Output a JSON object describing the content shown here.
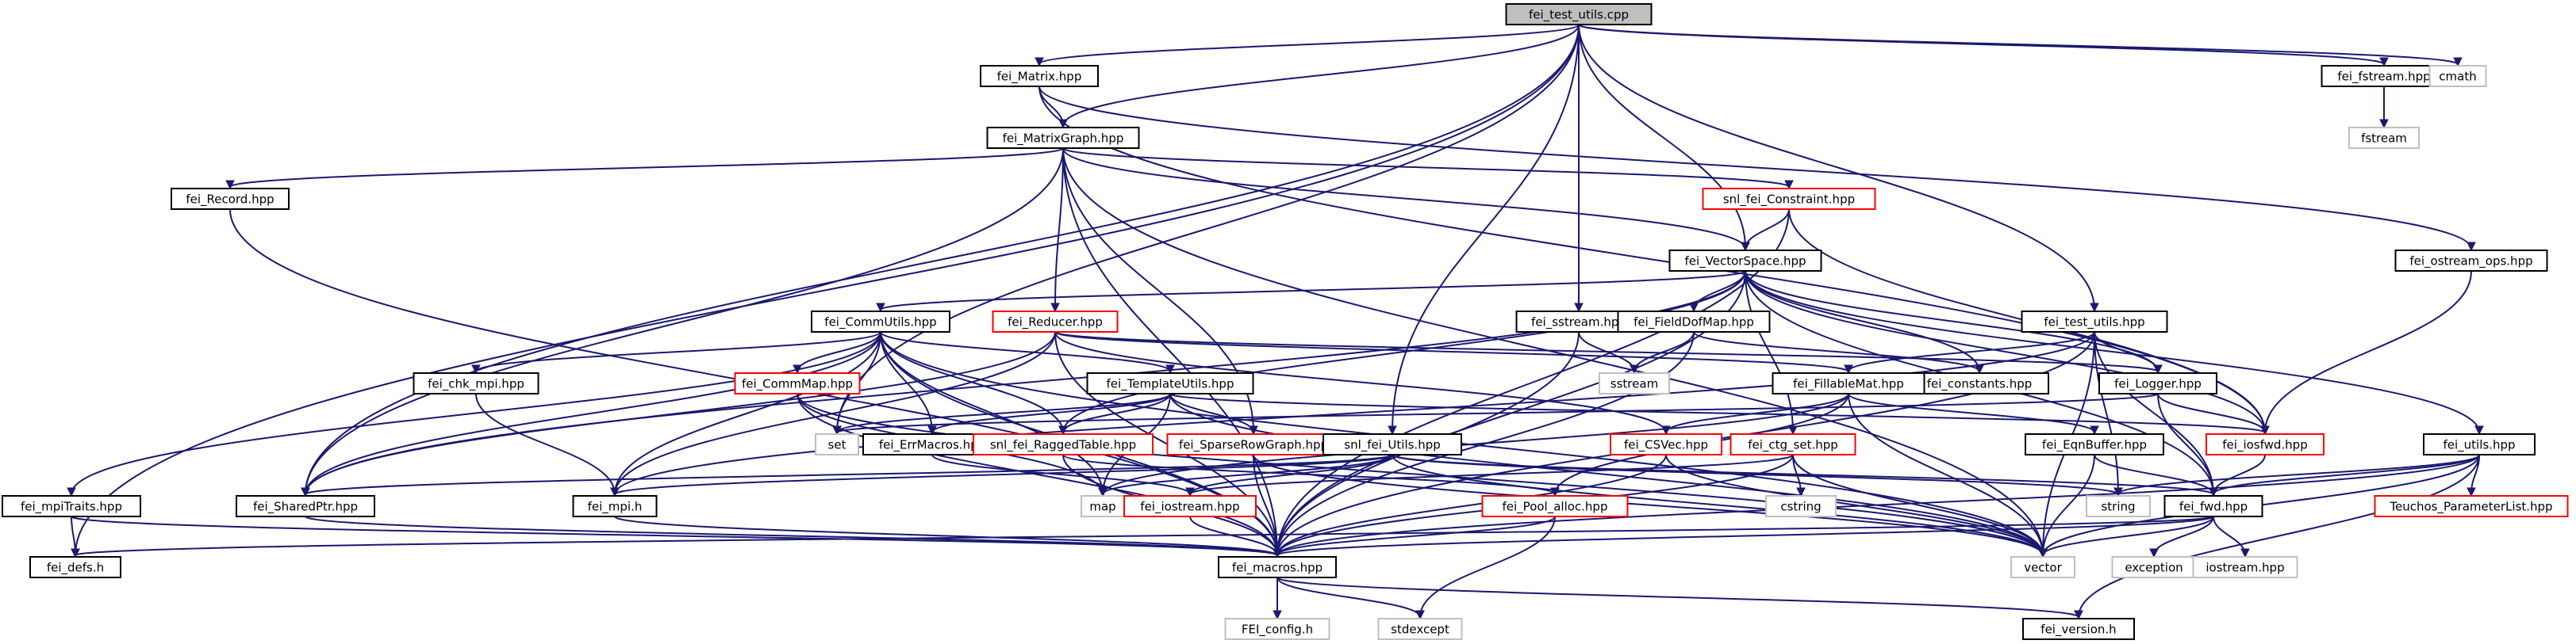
{
  "graph": {
    "colors": {
      "edge": "#191970",
      "root_fill": "#bfbfbf",
      "normal_border": "#000000",
      "undocumented_border": "#ff0000",
      "external_text": "#000000",
      "external_border": "#bfbfbf"
    },
    "nodes": [
      {
        "id": "fei_test_utils_cpp",
        "label": "fei_test_utils.cpp",
        "kind": "root"
      },
      {
        "id": "fei_Matrix_hpp",
        "label": "fei_Matrix.hpp",
        "kind": "normal"
      },
      {
        "id": "fei_fstream_hpp",
        "label": "fei_fstream.hpp",
        "kind": "normal"
      },
      {
        "id": "cmath",
        "label": "cmath",
        "kind": "external"
      },
      {
        "id": "fstream",
        "label": "fstream",
        "kind": "external"
      },
      {
        "id": "fei_MatrixGraph_hpp",
        "label": "fei_MatrixGraph.hpp",
        "kind": "normal"
      },
      {
        "id": "fei_Record_hpp",
        "label": "fei_Record.hpp",
        "kind": "normal"
      },
      {
        "id": "snl_fei_Constraint_hpp",
        "label": "snl_fei_Constraint.hpp",
        "kind": "red"
      },
      {
        "id": "fei_ostream_ops_hpp",
        "label": "fei_ostream_ops.hpp",
        "kind": "normal"
      },
      {
        "id": "fei_VectorSpace_hpp",
        "label": "fei_VectorSpace.hpp",
        "kind": "normal"
      },
      {
        "id": "fei_CommUtils_hpp",
        "label": "fei_CommUtils.hpp",
        "kind": "normal"
      },
      {
        "id": "fei_Reducer_hpp",
        "label": "fei_Reducer.hpp",
        "kind": "red"
      },
      {
        "id": "fei_sstream_hpp",
        "label": "fei_sstream.hpp",
        "kind": "normal"
      },
      {
        "id": "fei_FieldDofMap_hpp",
        "label": "fei_FieldDofMap.hpp",
        "kind": "normal"
      },
      {
        "id": "fei_test_utils_hpp",
        "label": "fei_test_utils.hpp",
        "kind": "normal"
      },
      {
        "id": "fei_constants_hpp",
        "label": "fei_constants.hpp",
        "kind": "normal"
      },
      {
        "id": "fei_chk_mpi_hpp",
        "label": "fei_chk_mpi.hpp",
        "kind": "normal"
      },
      {
        "id": "fei_CommMap_hpp",
        "label": "fei_CommMap.hpp",
        "kind": "red"
      },
      {
        "id": "fei_TemplateUtils_hpp",
        "label": "fei_TemplateUtils.hpp",
        "kind": "normal"
      },
      {
        "id": "sstream",
        "label": "sstream",
        "kind": "external"
      },
      {
        "id": "fei_FillableMat_hpp",
        "label": "fei_FillableMat.hpp",
        "kind": "normal"
      },
      {
        "id": "fei_Logger_hpp",
        "label": "fei_Logger.hpp",
        "kind": "normal"
      },
      {
        "id": "set",
        "label": "set",
        "kind": "external"
      },
      {
        "id": "fei_ErrMacros_hpp",
        "label": "fei_ErrMacros.hpp",
        "kind": "normal"
      },
      {
        "id": "snl_fei_RaggedTable_hpp",
        "label": "snl_fei_RaggedTable.hpp",
        "kind": "red"
      },
      {
        "id": "fei_SparseRowGraph_hpp",
        "label": "fei_SparseRowGraph.hpp",
        "kind": "red"
      },
      {
        "id": "snl_fei_Utils_hpp",
        "label": "snl_fei_Utils.hpp",
        "kind": "normal"
      },
      {
        "id": "fei_CSVec_hpp",
        "label": "fei_CSVec.hpp",
        "kind": "red"
      },
      {
        "id": "fei_ctg_set_hpp",
        "label": "fei_ctg_set.hpp",
        "kind": "red"
      },
      {
        "id": "fei_EqnBuffer_hpp",
        "label": "fei_EqnBuffer.hpp",
        "kind": "normal"
      },
      {
        "id": "fei_iosfwd_hpp",
        "label": "fei_iosfwd.hpp",
        "kind": "red"
      },
      {
        "id": "fei_utils_hpp",
        "label": "fei_utils.hpp",
        "kind": "normal"
      },
      {
        "id": "fei_mpiTraits_hpp",
        "label": "fei_mpiTraits.hpp",
        "kind": "normal"
      },
      {
        "id": "fei_SharedPtr_hpp",
        "label": "fei_SharedPtr.hpp",
        "kind": "normal"
      },
      {
        "id": "fei_mpi_h",
        "label": "fei_mpi.h",
        "kind": "normal"
      },
      {
        "id": "map",
        "label": "map",
        "kind": "external"
      },
      {
        "id": "fei_iostream_hpp",
        "label": "fei_iostream.hpp",
        "kind": "red"
      },
      {
        "id": "fei_Pool_alloc_hpp",
        "label": "fei_Pool_alloc.hpp",
        "kind": "red"
      },
      {
        "id": "cstring",
        "label": "cstring",
        "kind": "external"
      },
      {
        "id": "string",
        "label": "string",
        "kind": "external"
      },
      {
        "id": "fei_fwd_hpp",
        "label": "fei_fwd.hpp",
        "kind": "normal"
      },
      {
        "id": "Teuchos_ParameterList_hpp",
        "label": "Teuchos_ParameterList.hpp",
        "kind": "red"
      },
      {
        "id": "fei_defs_h",
        "label": "fei_defs.h",
        "kind": "normal"
      },
      {
        "id": "fei_macros_hpp",
        "label": "fei_macros.hpp",
        "kind": "normal"
      },
      {
        "id": "vector",
        "label": "vector",
        "kind": "external"
      },
      {
        "id": "exception",
        "label": "exception",
        "kind": "external"
      },
      {
        "id": "iostream_hpp",
        "label": "iostream.hpp",
        "kind": "external"
      },
      {
        "id": "FEI_config_h",
        "label": "FEI_config.h",
        "kind": "external"
      },
      {
        "id": "stdexcept",
        "label": "stdexcept",
        "kind": "external"
      },
      {
        "id": "fei_version_h",
        "label": "fei_version.h",
        "kind": "normal"
      }
    ],
    "edges": [
      [
        "fei_test_utils_cpp",
        "fei_Matrix_hpp"
      ],
      [
        "fei_test_utils_cpp",
        "fei_MatrixGraph_hpp"
      ],
      [
        "fei_test_utils_cpp",
        "fei_fstream_hpp"
      ],
      [
        "fei_test_utils_cpp",
        "cmath"
      ],
      [
        "fei_test_utils_cpp",
        "fei_VectorSpace_hpp"
      ],
      [
        "fei_test_utils_cpp",
        "fei_sstream_hpp"
      ],
      [
        "fei_test_utils_cpp",
        "fei_test_utils_hpp"
      ],
      [
        "fei_test_utils_cpp",
        "snl_fei_Utils_hpp"
      ],
      [
        "fei_test_utils_cpp",
        "set"
      ],
      [
        "fei_test_utils_cpp",
        "fei_defs_h"
      ],
      [
        "fei_test_utils_cpp",
        "fei_SharedPtr_hpp"
      ],
      [
        "fei_fstream_hpp",
        "fstream"
      ],
      [
        "fei_Matrix_hpp",
        "fei_MatrixGraph_hpp"
      ],
      [
        "fei_Matrix_hpp",
        "fei_ostream_ops_hpp"
      ],
      [
        "fei_Matrix_hpp",
        "fei_iosfwd_hpp"
      ],
      [
        "fei_MatrixGraph_hpp",
        "fei_Record_hpp"
      ],
      [
        "fei_MatrixGraph_hpp",
        "snl_fei_Constraint_hpp"
      ],
      [
        "fei_MatrixGraph_hpp",
        "fei_VectorSpace_hpp"
      ],
      [
        "fei_MatrixGraph_hpp",
        "fei_Reducer_hpp"
      ],
      [
        "fei_MatrixGraph_hpp",
        "fei_SparseRowGraph_hpp"
      ],
      [
        "fei_MatrixGraph_hpp",
        "fei_SharedPtr_hpp"
      ],
      [
        "fei_MatrixGraph_hpp",
        "fei_macros_hpp"
      ],
      [
        "fei_MatrixGraph_hpp",
        "vector"
      ],
      [
        "fei_Record_hpp",
        "fei_macros_hpp"
      ],
      [
        "snl_fei_Constraint_hpp",
        "fei_VectorSpace_hpp"
      ],
      [
        "snl_fei_Constraint_hpp",
        "fei_macros_hpp"
      ],
      [
        "snl_fei_Constraint_hpp",
        "fei_iosfwd_hpp"
      ],
      [
        "fei_ostream_ops_hpp",
        "fei_iosfwd_hpp"
      ],
      [
        "fei_VectorSpace_hpp",
        "fei_CommUtils_hpp"
      ],
      [
        "fei_VectorSpace_hpp",
        "fei_FieldDofMap_hpp"
      ],
      [
        "fei_VectorSpace_hpp",
        "fei_constants_hpp"
      ],
      [
        "fei_VectorSpace_hpp",
        "fei_Logger_hpp"
      ],
      [
        "fei_VectorSpace_hpp",
        "snl_fei_RaggedTable_hpp"
      ],
      [
        "fei_VectorSpace_hpp",
        "fei_ctg_set_hpp"
      ],
      [
        "fei_VectorSpace_hpp",
        "fei_utils_hpp"
      ],
      [
        "fei_VectorSpace_hpp",
        "fei_fwd_hpp"
      ],
      [
        "fei_VectorSpace_hpp",
        "fei_macros_hpp"
      ],
      [
        "fei_VectorSpace_hpp",
        "fei_SharedPtr_hpp"
      ],
      [
        "fei_VectorSpace_hpp",
        "fei_iosfwd_hpp"
      ],
      [
        "fei_CommUtils_hpp",
        "fei_chk_mpi_hpp"
      ],
      [
        "fei_CommUtils_hpp",
        "fei_CommMap_hpp"
      ],
      [
        "fei_CommUtils_hpp",
        "fei_TemplateUtils_hpp"
      ],
      [
        "fei_CommUtils_hpp",
        "fei_mpiTraits_hpp"
      ],
      [
        "fei_CommUtils_hpp",
        "fei_mpi_h"
      ],
      [
        "fei_CommUtils_hpp",
        "fei_ErrMacros_hpp"
      ],
      [
        "fei_CommUtils_hpp",
        "snl_fei_RaggedTable_hpp"
      ],
      [
        "fei_CommUtils_hpp",
        "set"
      ],
      [
        "fei_CommUtils_hpp",
        "map"
      ],
      [
        "fei_CommUtils_hpp",
        "vector"
      ],
      [
        "fei_CommUtils_hpp",
        "fei_SharedPtr_hpp"
      ],
      [
        "fei_CommUtils_hpp",
        "fei_macros_hpp"
      ],
      [
        "fei_Reducer_hpp",
        "fei_mpi_h"
      ],
      [
        "fei_Reducer_hpp",
        "fei_FillableMat_hpp"
      ],
      [
        "fei_Reducer_hpp",
        "fei_CSVec_hpp"
      ],
      [
        "fei_Reducer_hpp",
        "fei_Logger_hpp"
      ],
      [
        "fei_Reducer_hpp",
        "fei_SharedPtr_hpp"
      ],
      [
        "fei_Reducer_hpp",
        "fei_macros_hpp"
      ],
      [
        "fei_sstream_hpp",
        "sstream"
      ],
      [
        "fei_sstream_hpp",
        "fei_macros_hpp"
      ],
      [
        "fei_FieldDofMap_hpp",
        "fei_constants_hpp"
      ],
      [
        "fei_FieldDofMap_hpp",
        "sstream"
      ],
      [
        "fei_FieldDofMap_hpp",
        "fei_macros_hpp"
      ],
      [
        "fei_test_utils_hpp",
        "fei_FillableMat_hpp"
      ],
      [
        "fei_test_utils_hpp",
        "fei_Logger_hpp"
      ],
      [
        "fei_test_utils_hpp",
        "fei_fwd_hpp"
      ],
      [
        "fei_test_utils_hpp",
        "string"
      ],
      [
        "fei_test_utils_hpp",
        "vector"
      ],
      [
        "fei_test_utils_hpp",
        "fei_macros_hpp"
      ],
      [
        "fei_test_utils_hpp",
        "fei_mpi_h"
      ],
      [
        "fei_chk_mpi_hpp",
        "fei_mpi_h"
      ],
      [
        "fei_CommMap_hpp",
        "fei_macros_hpp"
      ],
      [
        "fei_CommMap_hpp",
        "map"
      ],
      [
        "fei_CommMap_hpp",
        "vector"
      ],
      [
        "fei_TemplateUtils_hpp",
        "set"
      ],
      [
        "fei_TemplateUtils_hpp",
        "map"
      ],
      [
        "fei_TemplateUtils_hpp",
        "fei_ErrMacros_hpp"
      ],
      [
        "fei_TemplateUtils_hpp",
        "snl_fei_RaggedTable_hpp"
      ],
      [
        "fei_TemplateUtils_hpp",
        "fei_SparseRowGraph_hpp"
      ],
      [
        "fei_TemplateUtils_hpp",
        "fei_iosfwd_hpp"
      ],
      [
        "fei_TemplateUtils_hpp",
        "vector"
      ],
      [
        "fei_FillableMat_hpp",
        "fei_CSVec_hpp"
      ],
      [
        "fei_FillableMat_hpp",
        "fei_EqnBuffer_hpp"
      ],
      [
        "fei_FillableMat_hpp",
        "fei_Pool_alloc_hpp"
      ],
      [
        "fei_FillableMat_hpp",
        "vector"
      ],
      [
        "fei_FillableMat_hpp",
        "map"
      ],
      [
        "fei_Logger_hpp",
        "fei_iosfwd_hpp"
      ],
      [
        "fei_Logger_hpp",
        "fei_fwd_hpp"
      ],
      [
        "fei_Logger_hpp",
        "set"
      ],
      [
        "fei_ErrMacros_hpp",
        "fei_iostream_hpp"
      ],
      [
        "snl_fei_RaggedTable_hpp",
        "fei_macros_hpp"
      ],
      [
        "snl_fei_RaggedTable_hpp",
        "fei_Pool_alloc_hpp"
      ],
      [
        "fei_SparseRowGraph_hpp",
        "fei_macros_hpp"
      ],
      [
        "fei_SparseRowGraph_hpp",
        "vector"
      ],
      [
        "snl_fei_Utils_hpp",
        "fei_fwd_hpp"
      ],
      [
        "snl_fei_Utils_hpp",
        "fei_SharedPtr_hpp"
      ],
      [
        "snl_fei_Utils_hpp",
        "fei_iostream_hpp"
      ],
      [
        "snl_fei_Utils_hpp",
        "fei_mpi_h"
      ],
      [
        "snl_fei_Utils_hpp",
        "map"
      ],
      [
        "snl_fei_Utils_hpp",
        "string"
      ],
      [
        "snl_fei_Utils_hpp",
        "vector"
      ],
      [
        "fei_CSVec_hpp",
        "fei_macros_hpp"
      ],
      [
        "fei_CSVec_hpp",
        "vector"
      ],
      [
        "fei_ctg_set_hpp",
        "cstring"
      ],
      [
        "fei_ctg_set_hpp",
        "fei_iostream_hpp"
      ],
      [
        "fei_ctg_set_hpp",
        "vector"
      ],
      [
        "fei_ctg_set_hpp",
        "fei_macros_hpp"
      ],
      [
        "fei_EqnBuffer_hpp",
        "fei_fwd_hpp"
      ],
      [
        "fei_EqnBuffer_hpp",
        "vector"
      ],
      [
        "fei_iosfwd_hpp",
        "fei_fwd_hpp"
      ],
      [
        "fei_utils_hpp",
        "fei_fwd_hpp"
      ],
      [
        "fei_utils_hpp",
        "Teuchos_ParameterList_hpp"
      ],
      [
        "fei_utils_hpp",
        "string"
      ],
      [
        "fei_utils_hpp",
        "vector"
      ],
      [
        "fei_utils_hpp",
        "fei_version_h"
      ],
      [
        "fei_utils_hpp",
        "fei_macros_hpp"
      ],
      [
        "fei_mpiTraits_hpp",
        "fei_defs_h"
      ],
      [
        "fei_mpiTraits_hpp",
        "fei_macros_hpp"
      ],
      [
        "fei_SharedPtr_hpp",
        "fei_macros_hpp"
      ],
      [
        "fei_mpi_h",
        "fei_macros_hpp"
      ],
      [
        "fei_iostream_hpp",
        "fei_macros_hpp"
      ],
      [
        "fei_Pool_alloc_hpp",
        "stdexcept"
      ],
      [
        "fei_Pool_alloc_hpp",
        "fei_macros_hpp"
      ],
      [
        "fei_fwd_hpp",
        "fei_macros_hpp"
      ],
      [
        "fei_fwd_hpp",
        "vector"
      ],
      [
        "fei_fwd_hpp",
        "exception"
      ],
      [
        "fei_fwd_hpp",
        "iostream_hpp"
      ],
      [
        "fei_fwd_hpp",
        "fei_defs_h"
      ],
      [
        "fei_macros_hpp",
        "FEI_config_h"
      ],
      [
        "fei_macros_hpp",
        "stdexcept"
      ],
      [
        "fei_macros_hpp",
        "fei_version_h"
      ]
    ]
  }
}
